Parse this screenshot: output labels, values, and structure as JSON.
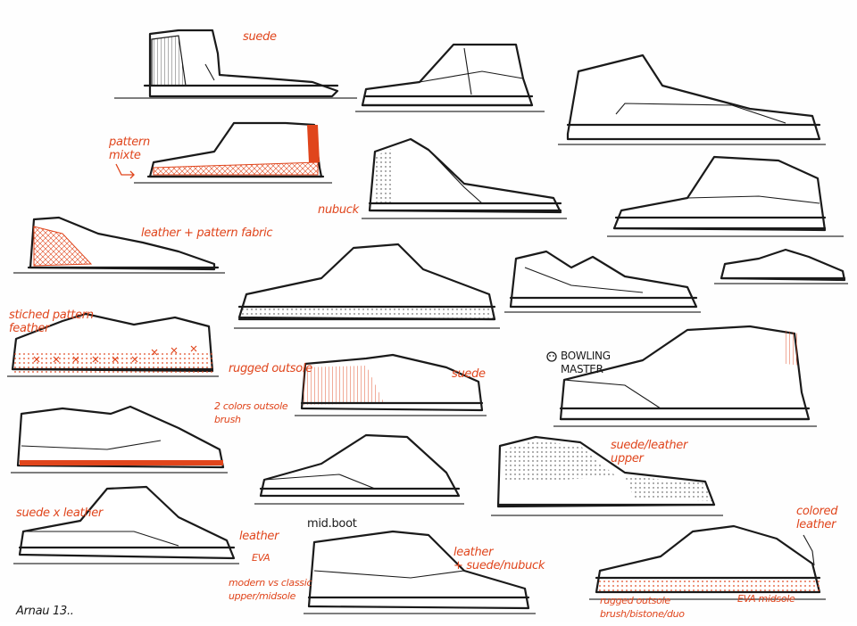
{
  "annotations": {
    "suede_top": "suede",
    "pattern_mixte": "pattern\nmixte",
    "nubuck": "nubuck",
    "leather_pattern": "leather + pattern fabric",
    "stiched_pattern": "stiched pattern\nfeather",
    "rugged_outsole": "rugged outsole",
    "suede_mid": "suede",
    "two_colors": "2 colors outsole brush",
    "bowling_master": "BOWLING\nMASTER",
    "suede_leather_upper": "suede/leather\nupper",
    "suede_x_leather": "suede x leather",
    "leather_left": "leather",
    "eva_left": "EVA",
    "mid_boot": "mid.boot",
    "leather_suede_nubuck": "leather\n+ suede/nubuck",
    "modern_vs_classic": "modern vs classic\nupper/midsole",
    "colored_leather": "colored\nleather",
    "rugged_outsole_bottom": "rugged outsole\nbrush/bistone/duo",
    "eva_midsole": "EVA midsole",
    "signature": "Arnau 13.."
  },
  "colors": {
    "ink": "#1a1a1a",
    "accent": "#e0451c",
    "paper": "#fefefe"
  }
}
